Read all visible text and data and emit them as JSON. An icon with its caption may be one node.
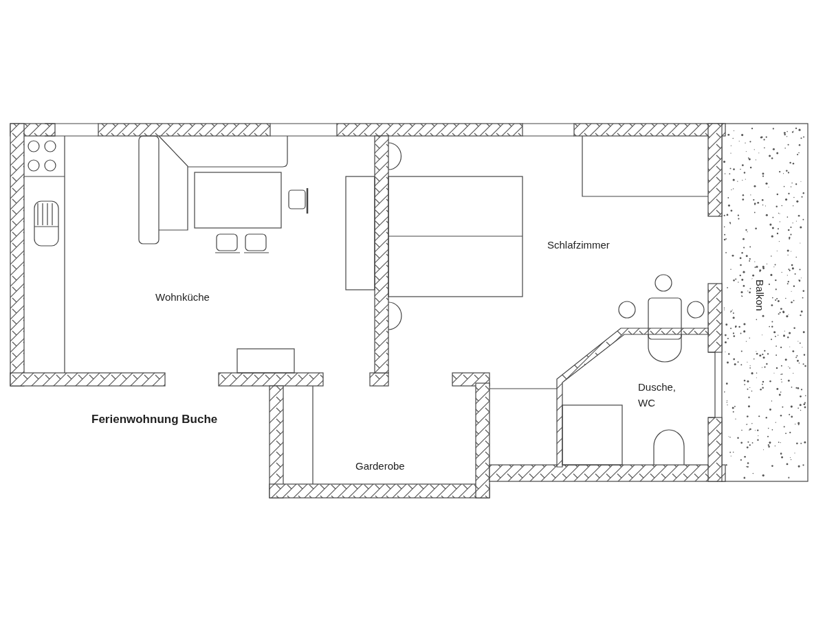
{
  "diagram": {
    "title": "Ferienwohnung Buche",
    "labels": [
      "Wohnküche",
      "Schlafzimmer",
      "Balkon",
      "Dusche, WC",
      "Garderobe"
    ]
  }
}
